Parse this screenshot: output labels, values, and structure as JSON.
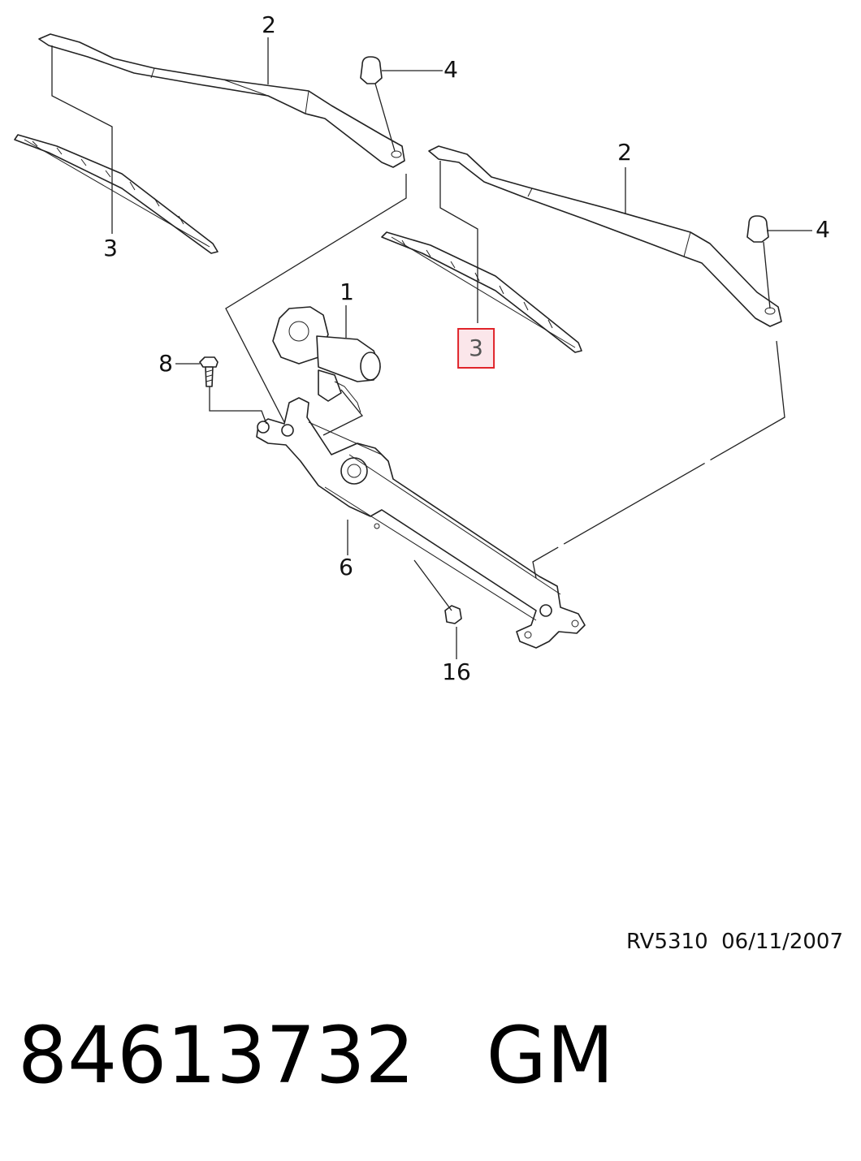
{
  "callouts": {
    "arm_left": "2",
    "nut_left": "4",
    "blade_left": "3",
    "motor": "1",
    "bolt": "8",
    "linkage": "6",
    "grommet": "16",
    "arm_right": "2",
    "nut_right": "4",
    "blade_right_highlight": "3"
  },
  "reference": "RV5310  06/11/2007",
  "part_number": "84613732",
  "brand": "GM",
  "colors": {
    "highlight_border": "#e0242a",
    "highlight_fill": "#fbe6ea"
  }
}
